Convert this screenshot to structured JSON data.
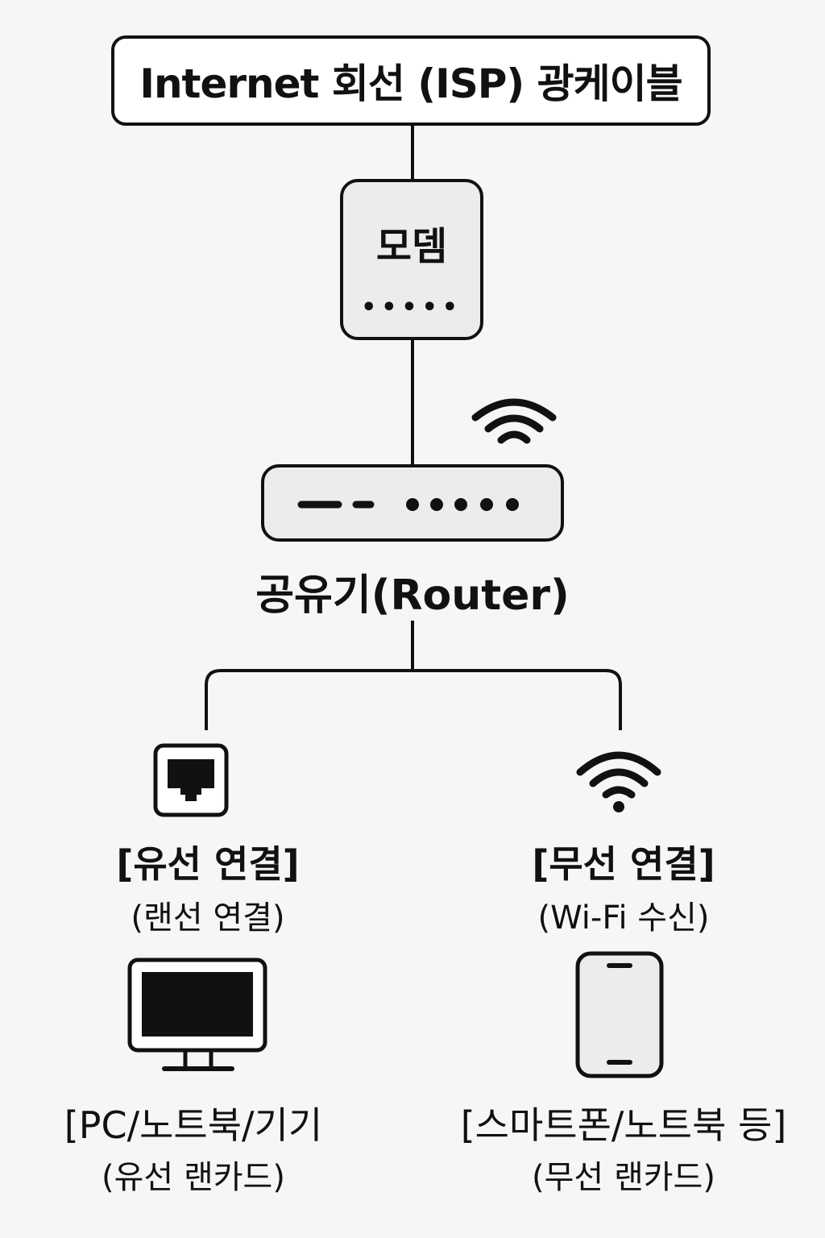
{
  "isp": {
    "label": "Internet 회선 (ISP) 광케이블"
  },
  "modem": {
    "label": "모뎀",
    "dots": "•••••"
  },
  "router": {
    "label": "공유기(Router)"
  },
  "wired": {
    "title": "[유선 연결]",
    "subtitle": "(랜선 연결)",
    "device_title": "[PC/노트북/기기",
    "device_subtitle": "(유선 랜카드)"
  },
  "wireless": {
    "title": "[무선 연결]",
    "subtitle": "(Wi-Fi 수신)",
    "device_title": "[스마트폰/노트북 등]",
    "device_subtitle": "(무선 랜카드)"
  },
  "icons": {
    "wifi": "wifi-icon",
    "ethernet": "ethernet-port-icon",
    "monitor": "monitor-icon",
    "phone": "smartphone-icon"
  }
}
